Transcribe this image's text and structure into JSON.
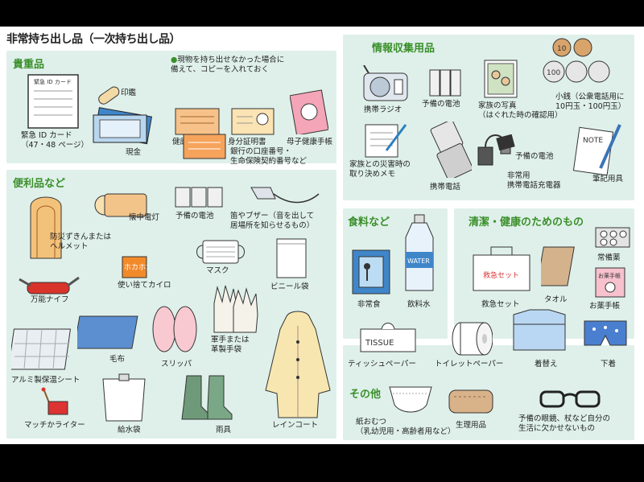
{
  "title": "非常持ち出し品（一次持ち出し品）",
  "colors": {
    "panel": "#dff0ea",
    "heading": "#3a8f2a",
    "background": "#000000"
  },
  "sections": {
    "valuables": {
      "heading": "貴重品",
      "note_line1": "現物を持ち出せなかった場合に",
      "note_line2": "備えて、コピーを入れておく",
      "items": {
        "id_card_1": "緊急 ID カード",
        "id_card_2": "（47・48 ページ）",
        "card_text": "緊急 ID カード",
        "seal": "印鑑",
        "cash": "現金",
        "insurance": "健康保険証",
        "id_proof": "身分証明書",
        "maternal": "母子健康手帳",
        "bank_1": "銀行の口座番号・",
        "bank_2": "生命保険契約番号など"
      }
    },
    "info": {
      "heading": "情報収集用品",
      "items": {
        "radio": "携帯ラジオ",
        "battery": "予備の電池",
        "photo_1": "家族の写真",
        "photo_2": "（はぐれた時の確認用）",
        "coins_1": "小銭（公衆電話用に",
        "coins_2": "10円玉・100円玉）",
        "memo_1": "家族との災害時の",
        "memo_2": "取り決めメモ",
        "phone": "携帯電話",
        "battery2": "予備の電池",
        "charger_1": "非常用",
        "charger_2": "携帯電話充電器",
        "writing": "筆記用具",
        "note_text": "NOTE",
        "coin_100": "100",
        "coin_10": "10"
      }
    },
    "convenience": {
      "heading": "便利品など",
      "items": {
        "hood_1": "防災ずきんまたは",
        "hood_2": "ヘルメット",
        "flashlight": "懐中電灯",
        "battery": "予備の電池",
        "whistle_1": "笛やブザー（音を出して",
        "whistle_2": "居場所を知らせるもの）",
        "knife": "万能ナイフ",
        "warmer": "使い捨てカイロ",
        "warmer_text": "ホカホカ",
        "mask": "マスク",
        "vinyl": "ビニール袋",
        "blanket": "毛布",
        "slippers": "スリッパ",
        "gloves_1": "軍手または",
        "gloves_2": "革製手袋",
        "sheet": "アルミ製保温シート",
        "matches": "マッチかライター",
        "water_bag": "給水袋",
        "boots": "雨具",
        "raincoat": "レインコート"
      }
    },
    "food": {
      "heading": "食料など",
      "items": {
        "emergency_food": "非常食",
        "water": "飲料水",
        "water_label": "WATER"
      }
    },
    "hygiene": {
      "heading": "清潔・健康のためのもの",
      "items": {
        "first_aid": "救急セット",
        "first_aid_text": "救急セット",
        "towel": "タオル",
        "medicine": "常備薬",
        "med_notebook": "お薬手帳",
        "med_notebook_text": "お薬手帳",
        "tissue": "ティッシュペーパー",
        "tissue_text": "TISSUE",
        "toilet": "トイレットペーパー",
        "change": "着替え",
        "underwear": "下着"
      }
    },
    "other": {
      "heading": "その他",
      "items": {
        "diaper_1": "紙おむつ",
        "diaper_2": "（乳幼児用・高齢者用など）",
        "sanitary": "生理用品",
        "glasses_1": "予備の眼鏡、杖など自分の",
        "glasses_2": "生活に欠かせないもの"
      }
    }
  }
}
